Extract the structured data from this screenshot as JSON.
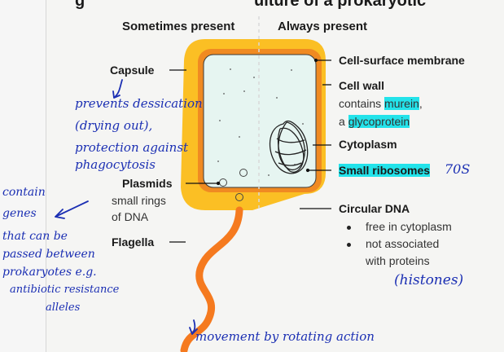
{
  "header": {
    "title_fragment": "g",
    "title_fragment2": "ulture of a prokaryotic",
    "left_heading": "Sometimes present",
    "right_heading": "Always present"
  },
  "left_labels": {
    "capsule": "Capsule",
    "plasmids": "Plasmids",
    "plasmids_desc_1": "small rings",
    "plasmids_desc_2": "of DNA",
    "flagella": "Flagella"
  },
  "right_labels": {
    "membrane": "Cell-surface membrane",
    "cell_wall": "Cell wall",
    "cell_wall_desc_1_pre": "contains ",
    "cell_wall_desc_1_hl": "murein",
    "cell_wall_desc_1_post": ",",
    "cell_wall_desc_2_pre": "a ",
    "cell_wall_desc_2_hl": "glycoprotein",
    "cytoplasm": "Cytoplasm",
    "ribosomes": "Small ribosomes",
    "dna": "Circular DNA",
    "dna_bullets": [
      "free in cytoplasm",
      "not associated",
      "with proteins"
    ]
  },
  "handwritten": {
    "capsule_note_1": "prevents dessication",
    "capsule_note_2": "(drying out),",
    "capsule_note_3": "protection against",
    "capsule_note_4": "phagocytosis",
    "plasmid_note_1": "contain",
    "plasmid_note_2": "genes",
    "plasmid_note_3": "that can be",
    "plasmid_note_4": "passed between",
    "plasmid_note_5": "prokaryotes e.g.",
    "plasmid_note_6": "antibiotic resistance",
    "plasmid_note_7": "alleles",
    "ribosome_note": "70S",
    "histones_note": "(histones)",
    "flagella_note": "movement by rotating action"
  },
  "colors": {
    "capsule": "#fbbf24",
    "cell_wall": "#f08a22",
    "cytoplasm": "#e6f5f1",
    "flagellum": "#f57a1f",
    "highlight": "#23e3ea",
    "ink": "#1b2fb3"
  }
}
